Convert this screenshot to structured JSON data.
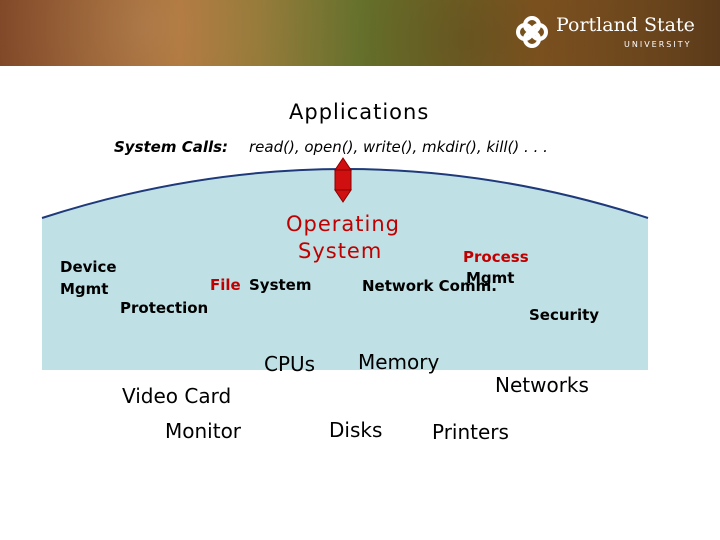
{
  "header": {
    "logo_name": "Portland State",
    "logo_sub": "UNIVERSITY"
  },
  "diagram": {
    "applications": "Applications",
    "syscalls_label": "System Calls:",
    "syscalls_list": "read(), open(), write(), mkdir(), kill() . . .",
    "os_title_line1": "Operating",
    "os_title_line2": "System",
    "process_mgmt_line1": "Process",
    "process_mgmt_line2": "Mgmt",
    "device_mgmt_line1": "Device",
    "device_mgmt_line2": "Mgmt",
    "file_label": "File",
    "system_label": "System",
    "network_comm": "Network Comm.",
    "protection": "Protection",
    "security": "Security",
    "hardware": {
      "cpus": "CPUs",
      "memory": "Memory",
      "networks": "Networks",
      "video_card": "Video Card",
      "monitor": "Monitor",
      "disks": "Disks",
      "printers": "Printers"
    }
  },
  "colors": {
    "os_fill": "#bfe0e4",
    "os_border": "#1f3a7a",
    "arrow_red": "#d01010",
    "accent_red": "#c00000"
  }
}
